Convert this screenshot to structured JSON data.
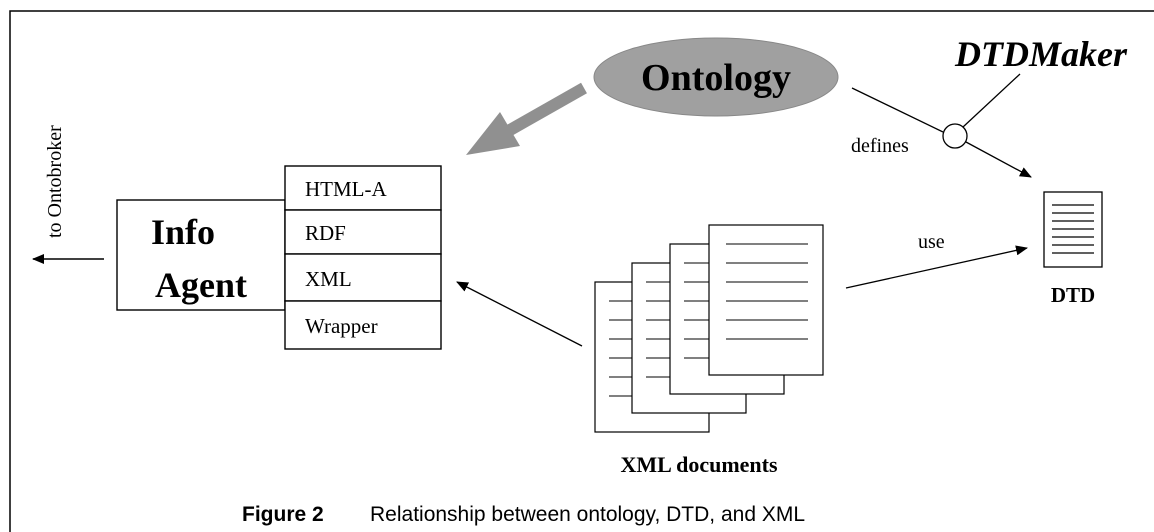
{
  "diagram": {
    "ontology": {
      "label": "Ontology",
      "fill": "#a0a0a0"
    },
    "dtdmaker": {
      "label": "DTDMaker"
    },
    "defines_label": "defines",
    "use_label": "use",
    "dtd_label": "DTD",
    "xml_documents_label": "XML documents",
    "to_ontobroker_label": "to Ontobroker",
    "info_agent": {
      "title_line1": "Info",
      "title_line2": "Agent",
      "modules": [
        "HTML-A",
        "RDF",
        "XML",
        "Wrapper"
      ]
    }
  },
  "caption": {
    "figure_label": "Figure 2",
    "text": "Relationship between ontology, DTD, and XML"
  }
}
